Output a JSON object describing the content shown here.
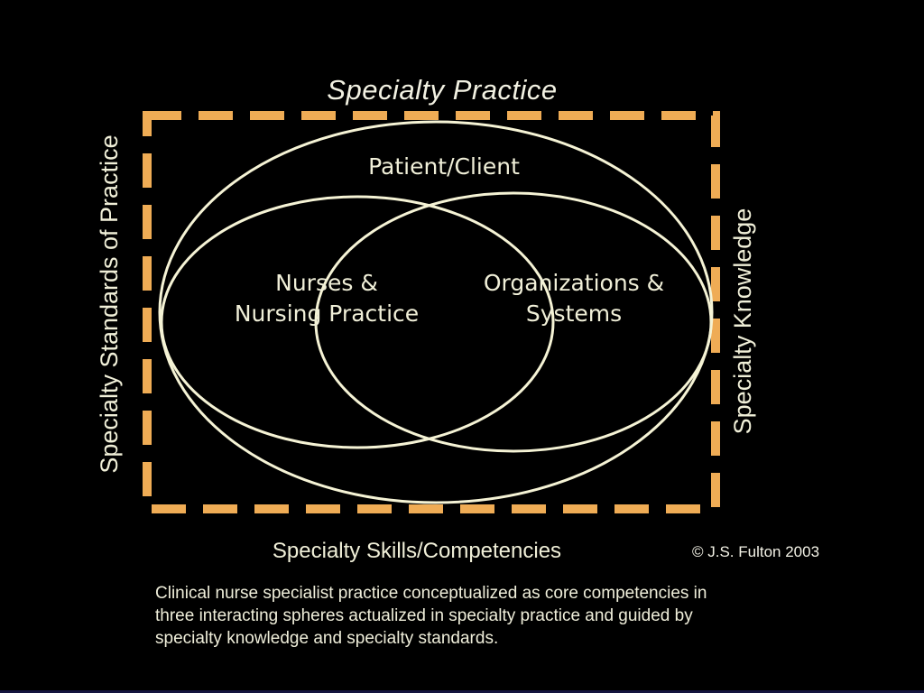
{
  "slide": {
    "title": "Specialty Practice",
    "frame": {
      "left_label": "Specialty Standards of Practice",
      "right_label": "Specialty Knowledge",
      "bottom_label": "Specialty Skills/Competencies"
    },
    "spheres": [
      {
        "name": "patient-client",
        "label": "Patient/Client"
      },
      {
        "name": "nurses-nursing-practice",
        "label_line1": "Nurses &",
        "label_line2": "Nursing Practice"
      },
      {
        "name": "organizations-systems",
        "label_line1": "Organizations &",
        "label_line2": "Systems"
      }
    ],
    "credit": "© J.S. Fulton 2003",
    "caption": "Clinical nurse specialist practice conceptualized as core competencies in three interacting spheres actualized in specialty practice and guided by specialty knowledge and specialty standards.",
    "colors": {
      "background": "#000000",
      "frame": "#EFAC55",
      "sphere_outline": "#F5F3D5",
      "text": "#F0EFD8"
    }
  }
}
